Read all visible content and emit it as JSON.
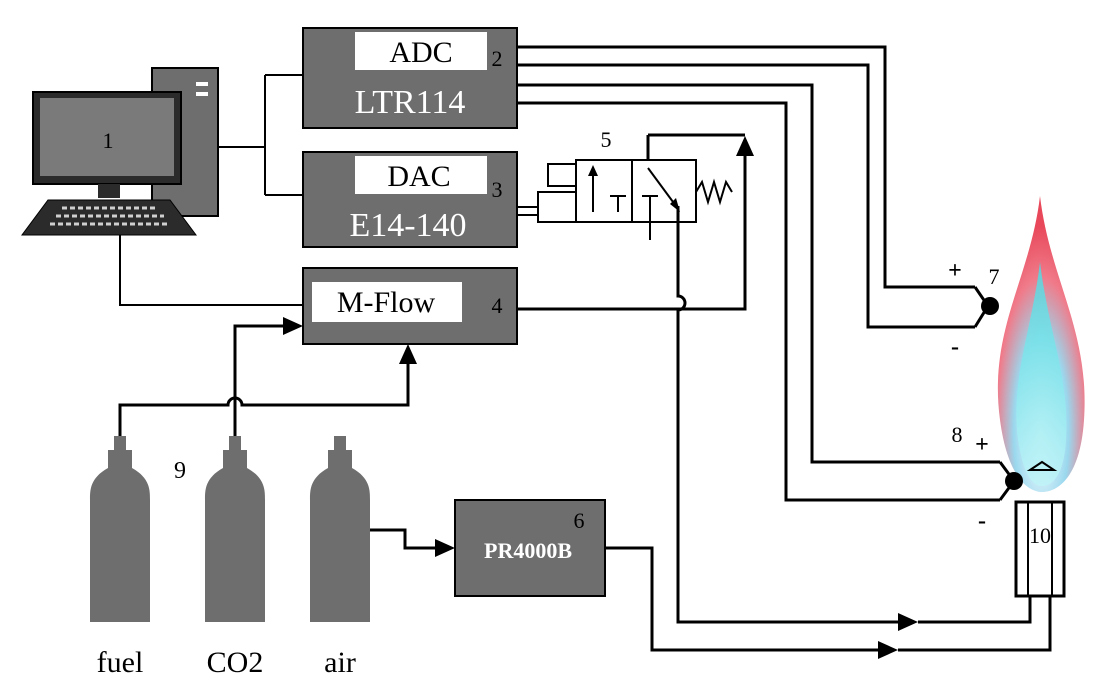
{
  "modules": {
    "adc": {
      "label": "ADC",
      "model": "LTR114",
      "number": "2"
    },
    "dac": {
      "label": "DAC",
      "model": "E14-140",
      "number": "3"
    },
    "mflow": {
      "label": "M-Flow",
      "number": "4"
    },
    "pressure": {
      "model": "PR4000B",
      "number": "6"
    }
  },
  "computer": {
    "number": "1"
  },
  "valve": {
    "number": "5"
  },
  "thermocouples": {
    "upper": {
      "number": "7",
      "plus": "+",
      "minus": "-"
    },
    "lower": {
      "number": "8",
      "plus": "+",
      "minus": "-"
    }
  },
  "burner": {
    "number": "10"
  },
  "cylinders": {
    "group_number": "9",
    "labels": [
      "fuel",
      "CO2",
      "air"
    ]
  },
  "colors": {
    "module_fill": "#6e6e6e",
    "flame_outer": "#e8485a",
    "flame_inner": "#4fd8e0"
  }
}
